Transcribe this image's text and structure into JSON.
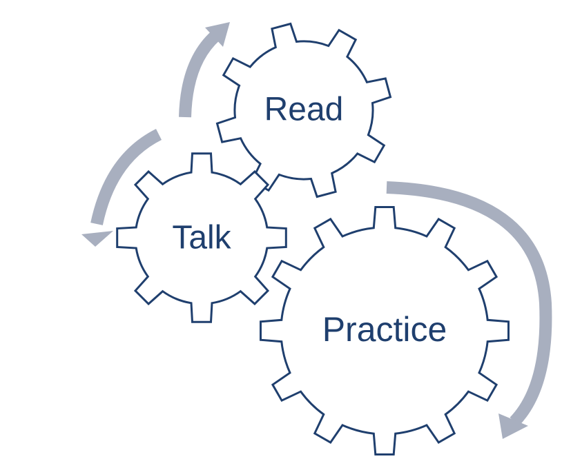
{
  "colors": {
    "gear_stroke": "#1f3f6e",
    "arrow": "#a8afbf",
    "text": "#1f3f6e"
  },
  "gears": [
    {
      "label": "Read",
      "teeth": 8
    },
    {
      "label": "Talk",
      "teeth": 8
    },
    {
      "label": "Practice",
      "teeth": 12
    }
  ]
}
